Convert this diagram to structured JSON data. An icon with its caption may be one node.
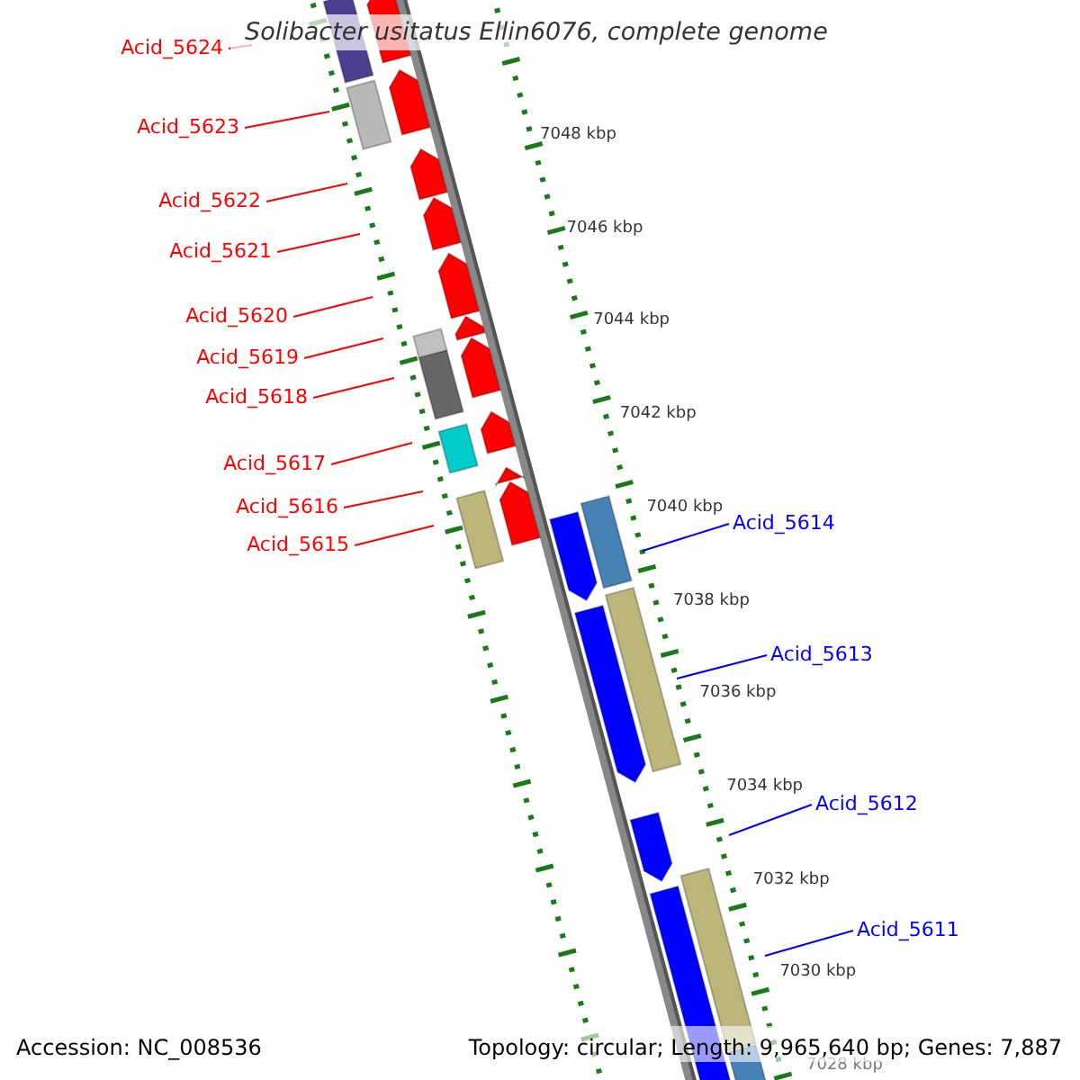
{
  "diagram": {
    "title": "Solibacter usitatus Ellin6076, complete genome",
    "nodes": [
      {
        "text": [
          "Acid_5624"
        ]
      },
      {
        "text": [
          "Acid_5623"
        ]
      },
      {
        "text": [
          "Acid_5622"
        ]
      },
      {
        "text": [
          "Acid_5621"
        ]
      },
      {
        "text": [
          "Acid_5620"
        ]
      },
      {
        "text": [
          "Acid_5619"
        ]
      },
      {
        "text": [
          "Acid_5618"
        ]
      },
      {
        "text": [
          "Acid_5617"
        ]
      },
      {
        "text": [
          "Acid_5616"
        ]
      },
      {
        "text": [
          "Acid_5615"
        ]
      },
      {
        "text": [
          "Acid_5614"
        ]
      },
      {
        "text": [
          "Acid_5613"
        ]
      },
      {
        "text": [
          "Acid_5612"
        ]
      },
      {
        "text": [
          "Acid_5611"
        ]
      }
    ],
    "edges": [
      {
        "from": 0,
        "to": null,
        "arrow": "none"
      },
      {
        "from": 1,
        "to": null,
        "arrow": "none"
      },
      {
        "from": 2,
        "to": null,
        "arrow": "none"
      },
      {
        "from": 3,
        "to": null,
        "arrow": "none"
      },
      {
        "from": 4,
        "to": null,
        "arrow": "none"
      },
      {
        "from": 5,
        "to": null,
        "arrow": "none"
      },
      {
        "from": 6,
        "to": null,
        "arrow": "none"
      },
      {
        "from": 7,
        "to": null,
        "arrow": "none"
      },
      {
        "from": 8,
        "to": null,
        "arrow": "none"
      },
      {
        "from": 9,
        "to": null,
        "arrow": "none"
      },
      {
        "from": 10,
        "to": null,
        "arrow": "none",
        "color": "#0000ff"
      },
      {
        "from": 11,
        "to": null,
        "arrow": "none",
        "color": "#0000ff"
      },
      {
        "from": 12,
        "to": null,
        "arrow": "none",
        "color": "#0000ff"
      },
      {
        "from": 13,
        "to": null,
        "arrow": "none",
        "color": "#0000ff"
      }
    ],
    "labels": [
      "7048 kbp",
      "7046 kbp",
      "7044 kbp",
      "7042 kbp",
      "7040 kbp",
      "7038 kbp",
      "7036 kbp",
      "7034 kbp",
      "7032 kbp",
      "7030 kbp",
      "7028 kbp",
      "Accession: NC_008536",
      "Topology: circular; Length: 9,965,640 bp; Genes: 7,887"
    ]
  }
}
